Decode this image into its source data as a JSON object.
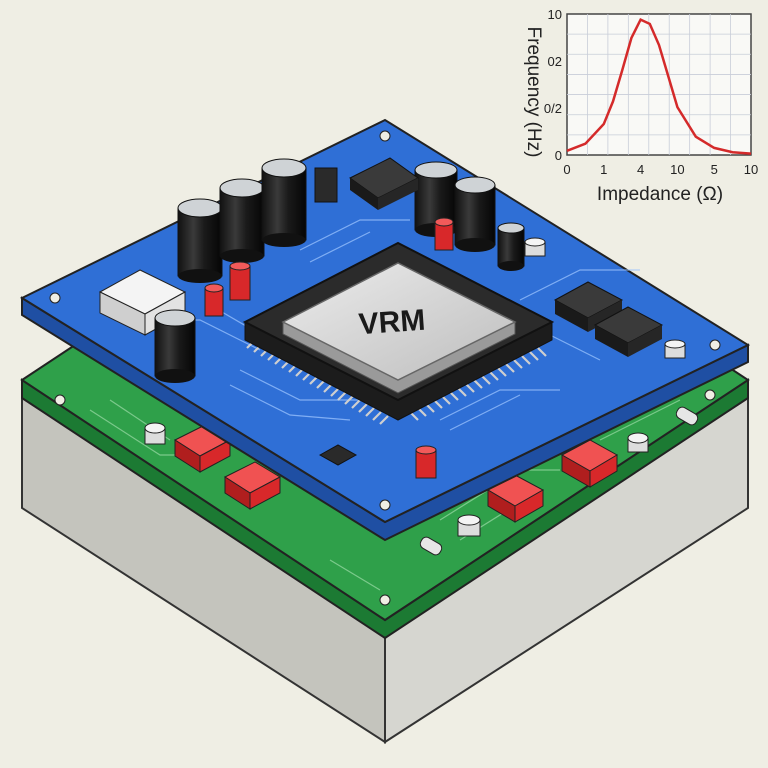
{
  "colors": {
    "background": "#efeee4",
    "blue_board": "#2f6fd6",
    "green_board": "#2fa04a",
    "enclosure": "#c9c9c2",
    "chip": "#d4d4d4",
    "curve": "#d42a2a",
    "resistor_red": "#d8282a"
  },
  "chip": {
    "label": "VRM"
  },
  "chart_data": {
    "type": "line",
    "xlabel": "Impedance (Ω)",
    "ylabel": "Frequency (Hz)",
    "xticks": [
      "0",
      "1",
      "4",
      "10",
      "5",
      "10"
    ],
    "yticks": [
      "0",
      "0/2",
      "02",
      "10"
    ],
    "xlim": [
      0,
      10
    ],
    "ylim": [
      0,
      10
    ],
    "grid": true,
    "series": [
      {
        "x": [
          0,
          1,
          2,
          2.5,
          3,
          3.5,
          4,
          4.5,
          5,
          5.5,
          6,
          7,
          8,
          9,
          10
        ],
        "y": [
          0.3,
          0.8,
          2.2,
          3.8,
          6.0,
          8.3,
          9.6,
          9.3,
          7.8,
          5.6,
          3.4,
          1.3,
          0.5,
          0.2,
          0.1
        ]
      }
    ]
  }
}
